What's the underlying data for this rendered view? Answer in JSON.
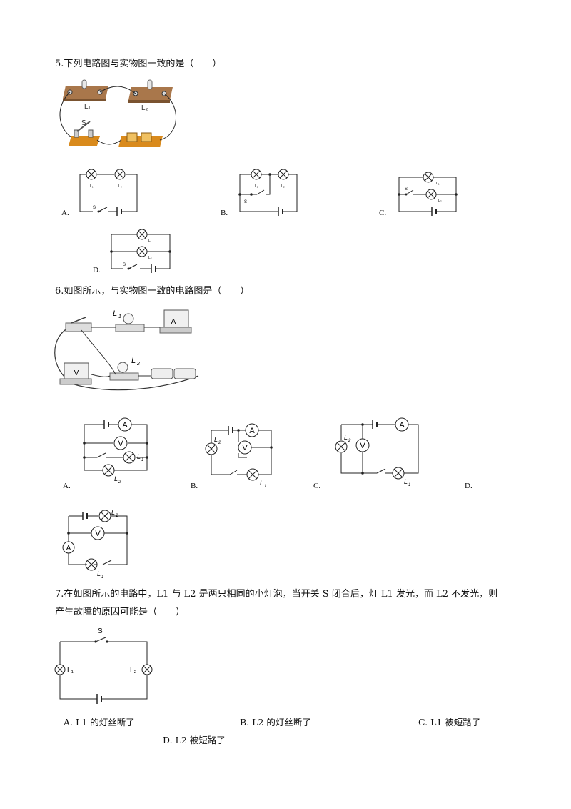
{
  "q5": {
    "stem": "5.下列电路图与实物图一致的是（　　）",
    "photo": {
      "l1": "L₁",
      "l2": "L₂",
      "s": "S"
    },
    "options": {
      "a": "A.",
      "b": "B.",
      "c": "C.",
      "d": "D."
    },
    "labels": {
      "l1": "L₁",
      "l2": "L₂",
      "s": "S"
    }
  },
  "q6": {
    "stem": "6.如图所示，与实物图一致的电路图是（　　）",
    "photo": {
      "l1": "L",
      "l1_sub": "1",
      "l2": "L",
      "l2_sub": "2",
      "ammeter": "A",
      "voltmeter": "V"
    },
    "options": {
      "a": "A.",
      "b": "B.",
      "c": "C.",
      "d": "D."
    },
    "meters": {
      "ammeter": "A",
      "voltmeter": "V"
    },
    "labels": {
      "l1": "L",
      "l1_sub": "1",
      "l2": "L",
      "l2_sub": "2"
    }
  },
  "q7": {
    "stem_line1": "7.在如图所示的电路中，L1 与 L2 是两只相同的小灯泡，当开关 S 闭合后，灯 L1 发光，而 L2 不发光，则",
    "stem_line2": "产生故障的原因可能是（　　）",
    "diagram": {
      "s": "S",
      "l1": "L₁",
      "l2": "L₂"
    },
    "answers": {
      "a": "A.  L1 的灯丝断了",
      "b": "B.  L2 的灯丝断了",
      "c": "C.  L1 被短路了",
      "d": "D.  L2 被短路了"
    }
  }
}
